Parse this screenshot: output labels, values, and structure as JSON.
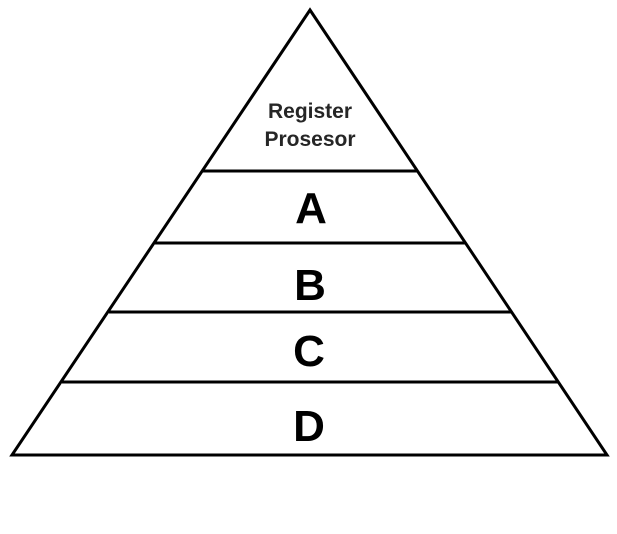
{
  "pyramid": {
    "top_label_line1": "Register",
    "top_label_line2": "Prosesor",
    "levels": [
      {
        "label": "A"
      },
      {
        "label": "B"
      },
      {
        "label": "C"
      },
      {
        "label": "D"
      }
    ]
  }
}
